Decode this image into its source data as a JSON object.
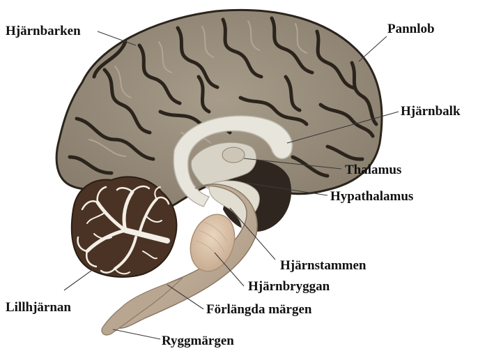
{
  "labels": {
    "cerebral_cortex": "Hjärnbarken",
    "frontal_lobe": "Pannlob",
    "corpus_callosum": "Hjärnbalk",
    "thalamus": "Thalamus",
    "hypothalamus": "Hypathalamus",
    "cerebellum": "Lillhjärnan",
    "brainstem": "Hjärnstammen",
    "pons": "Hjärnbryggan",
    "medulla": "Förlängda märgen",
    "spinal_cord": "Ryggmärgen"
  },
  "colors": {
    "cortex_fill": "#9c9180",
    "sulci": "#2b241c",
    "gyri_highlight": "#b8ad9b",
    "callosum": "#e8e5dc",
    "cerebellum_dark": "#4a3324",
    "cerebellum_white": "#f4efe6",
    "brainstem": "#c7b6a2",
    "pons": "#dcc6af",
    "dark_cavity": "#2f2620"
  }
}
